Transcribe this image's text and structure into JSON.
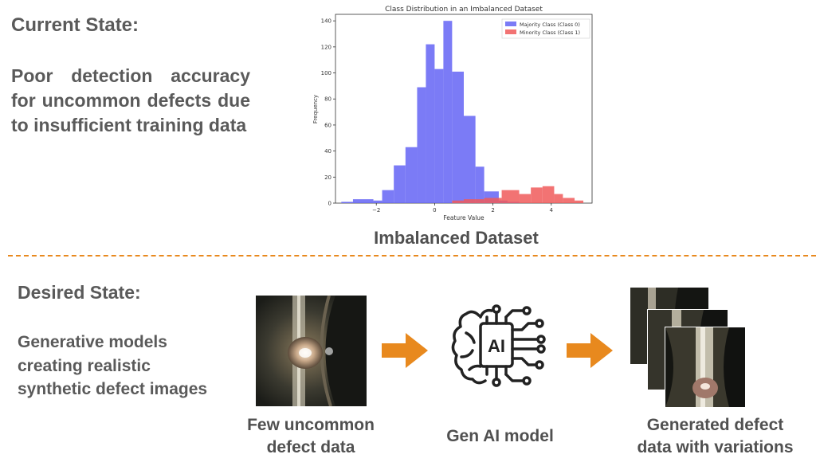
{
  "current": {
    "heading": "Current State:",
    "body": "Poor detection accuracy for uncommon defects due to insufficient training data"
  },
  "desired": {
    "heading": "Desired State:",
    "body": "Generative models creating realistic synthetic defect images"
  },
  "chart_caption": "Imbalanced Dataset",
  "pipeline": {
    "input_label_line1": "Few uncommon",
    "input_label_line2": "defect data",
    "model_label": "Gen AI model",
    "model_icon_text": "AI",
    "output_label_line1": "Generated defect",
    "output_label_line2": "data with variations"
  },
  "colors": {
    "accent": "#e8891e",
    "majority": "#6464f5",
    "minority": "#f05a5a"
  },
  "icons": [
    "ai-brain-icon",
    "arrow-right-icon"
  ],
  "chart_data": {
    "type": "bar",
    "title": "Class Distribution in an Imbalanced Dataset",
    "xlabel": "Feature Value",
    "ylabel": "Frequency",
    "xlim": [
      -3.4,
      5.4
    ],
    "ylim": [
      0,
      145
    ],
    "xticks": [
      -2,
      0,
      2,
      4
    ],
    "yticks": [
      0,
      20,
      40,
      60,
      80,
      100,
      120,
      140
    ],
    "legend_position": "top-right",
    "series": [
      {
        "name": "Majority Class (Class 0)",
        "color": "#6464f5",
        "bin_edges": [
          -3.2,
          -2.8,
          -2.1,
          -1.8,
          -1.4,
          -1.0,
          -0.6,
          -0.3,
          0.0,
          0.3,
          0.6,
          1.0,
          1.4,
          1.7,
          2.2,
          2.5,
          2.9
        ],
        "values": [
          1,
          3,
          2,
          10,
          29,
          43,
          89,
          122,
          103,
          140,
          101,
          67,
          28,
          9,
          2,
          1
        ]
      },
      {
        "name": "Minority Class (Class 1)",
        "color": "#f05a5a",
        "bin_edges": [
          0.6,
          1.0,
          1.3,
          1.7,
          2.0,
          2.3,
          2.9,
          3.3,
          3.7,
          4.1,
          4.4,
          4.8,
          5.1
        ],
        "values": [
          2,
          3,
          3,
          4,
          4,
          10,
          7,
          12,
          13,
          7,
          4,
          2
        ]
      }
    ]
  }
}
